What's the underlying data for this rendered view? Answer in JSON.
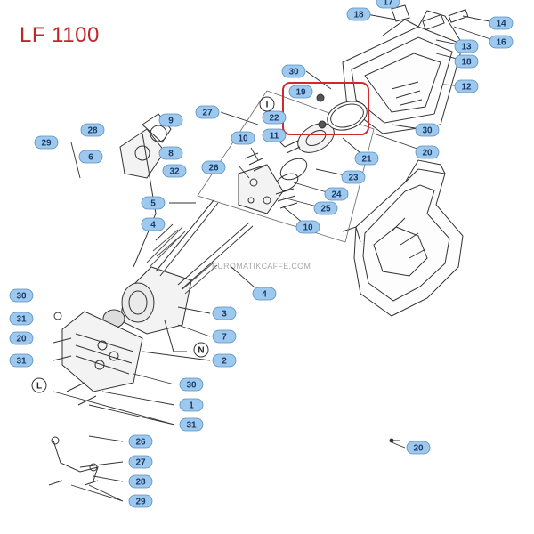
{
  "title": "LF 1100",
  "watermark": "EUROMATIKCAFFE.COM",
  "colors": {
    "label_fill": "#9ec9ee",
    "label_stroke": "#5b8fc4",
    "label_text": "#1c3a66",
    "highlight": "#d0282e",
    "line": "#333333"
  },
  "callouts": [
    {
      "text": "18"
    },
    {
      "text": "17"
    },
    {
      "text": "14"
    },
    {
      "text": "16"
    },
    {
      "text": "13"
    },
    {
      "text": "18"
    },
    {
      "text": "30"
    },
    {
      "text": "12"
    },
    {
      "text": "27"
    },
    {
      "text": "19"
    },
    {
      "text": "22"
    },
    {
      "text": "30"
    },
    {
      "text": "20"
    },
    {
      "text": "21"
    },
    {
      "text": "23"
    },
    {
      "text": "11"
    },
    {
      "text": "10"
    },
    {
      "text": "26"
    },
    {
      "text": "24"
    },
    {
      "text": "25"
    },
    {
      "text": "10"
    },
    {
      "text": "28"
    },
    {
      "text": "9"
    },
    {
      "text": "29"
    },
    {
      "text": "6"
    },
    {
      "text": "8"
    },
    {
      "text": "32"
    },
    {
      "text": "5"
    },
    {
      "text": "4"
    },
    {
      "text": "4"
    },
    {
      "text": "3"
    },
    {
      "text": "7"
    },
    {
      "text": "2"
    },
    {
      "text": "30"
    },
    {
      "text": "31"
    },
    {
      "text": "20"
    },
    {
      "text": "31"
    },
    {
      "text": "30"
    },
    {
      "text": "1"
    },
    {
      "text": "31"
    },
    {
      "text": "26"
    },
    {
      "text": "27"
    },
    {
      "text": "28"
    },
    {
      "text": "29"
    },
    {
      "text": "20"
    }
  ],
  "reference_marks": [
    {
      "text": "I"
    },
    {
      "text": "N"
    },
    {
      "text": "L"
    }
  ]
}
